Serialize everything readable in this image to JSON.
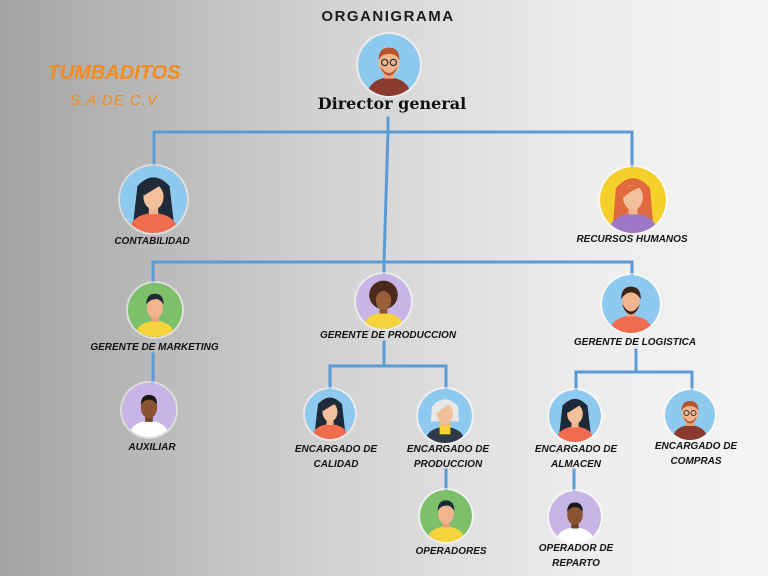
{
  "title": "ORGANIGRAMA",
  "company": {
    "name": "TUMBADITOS",
    "subtitle": "S.A DE C.V"
  },
  "colors": {
    "connector": "#5b9bd5",
    "brand": "#f28c1e"
  },
  "nodes": {
    "director": {
      "label": "Director general",
      "icon": "man-glasses-beard-avatar"
    },
    "contabilidad": {
      "label": "CONTABILIDAD",
      "icon": "woman-dark-hair-avatar"
    },
    "recursos_humanos": {
      "label": "RECURSOS HUMANOS",
      "icon": "woman-red-hair-avatar"
    },
    "gerente_marketing": {
      "label": "GERENTE DE MARKETING",
      "icon": "man-yellow-shirt-avatar"
    },
    "gerente_produccion": {
      "label": "GERENTE DE PRODUCCION",
      "icon": "woman-curly-hair-avatar"
    },
    "gerente_logistica": {
      "label": "GERENTE DE LOGISTICA",
      "icon": "man-beard-avatar"
    },
    "auxiliar": {
      "label": "AUXILIAR",
      "icon": "man-dark-skin-avatar"
    },
    "encargado_calidad": {
      "label_1": "ENCARGADO DE",
      "label_2": "CALIDAD",
      "icon": "woman-dark-hair-avatar"
    },
    "encargado_produccion": {
      "label_1": "ENCARGADO DE",
      "label_2": "PRODUCCION",
      "icon": "older-woman-avatar"
    },
    "encargado_almacen": {
      "label_1": "ENCARGADO DE",
      "label_2": "ALMACEN",
      "icon": "woman-dark-hair-avatar"
    },
    "encargado_compras": {
      "label_1": "ENCARGADO DE",
      "label_2": "COMPRAS",
      "icon": "man-glasses-beard-avatar"
    },
    "operadores": {
      "label": "OPERADORES",
      "icon": "man-yellow-shirt-avatar"
    },
    "operador_reparto": {
      "label_1": "OPERADOR DE",
      "label_2": "REPARTO",
      "icon": "man-dark-skin-avatar"
    }
  }
}
